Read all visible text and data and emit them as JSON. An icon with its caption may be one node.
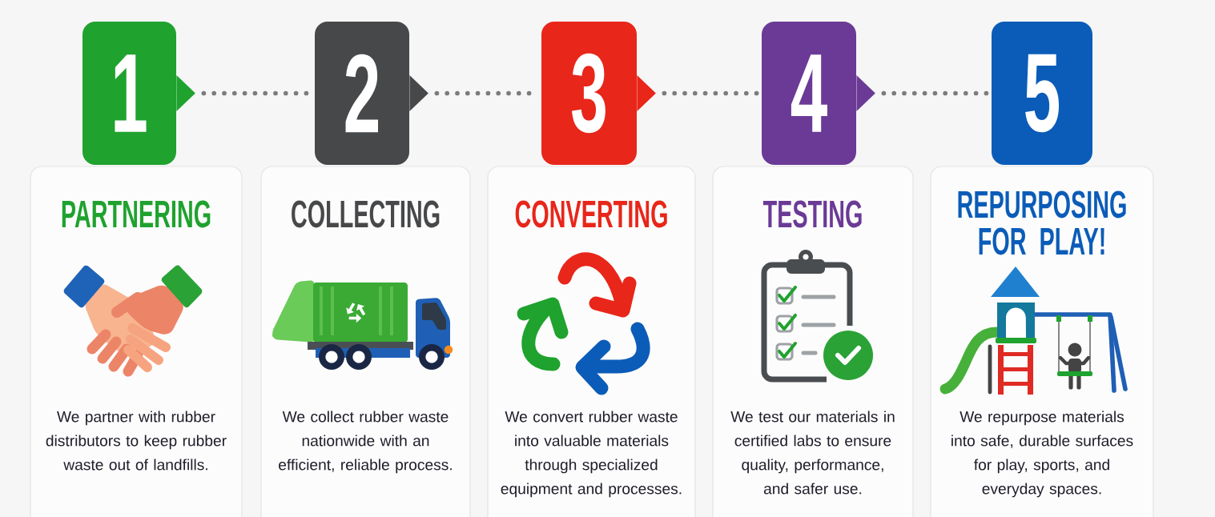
{
  "diagram": {
    "nodes": [
      {
        "text": [
          "1"
        ]
      },
      {
        "text": [
          "2"
        ]
      },
      {
        "text": [
          "3"
        ]
      },
      {
        "text": [
          "4"
        ]
      },
      {
        "text": [
          "5"
        ]
      },
      {
        "text": [
          "PARTNERING",
          "We partner with rubber distributors to keep rubber waste out of landfills."
        ]
      },
      {
        "text": [
          "COLLECTING",
          "We collect rubber waste nationwide with an efficient, reliable process."
        ]
      },
      {
        "text": [
          "CONVERTING",
          "We convert rubber waste into valuable materials through specialized equipment and processes."
        ]
      },
      {
        "text": [
          "TESTING",
          "We test our materials in certified labs to ensure quality, performance, and safer use."
        ]
      },
      {
        "text": [
          "REPURPOSING FOR PLAY!",
          "We repurpose materials into safe, durable surfaces for play, sports, and everyday spaces."
        ]
      }
    ],
    "edges": [
      {
        "from": 0,
        "to": 1,
        "arrow": "none",
        "style": "dashed"
      },
      {
        "from": 1,
        "to": 2,
        "arrow": "none",
        "style": "dashed"
      },
      {
        "from": 2,
        "to": 3,
        "arrow": "none",
        "style": "dashed"
      },
      {
        "from": 3,
        "to": 4,
        "arrow": "none",
        "style": "dashed"
      }
    ]
  }
}
